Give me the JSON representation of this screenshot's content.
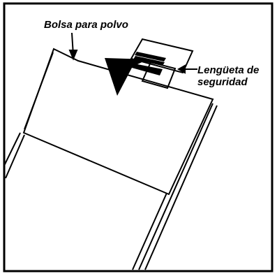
{
  "labels": {
    "dust_bag": "Bolsa para polvo",
    "safety_tab_line1": "Lengüeta de",
    "safety_tab_line2": "seguridad"
  },
  "colors": {
    "ink": "#000000",
    "paper": "#ffffff"
  }
}
